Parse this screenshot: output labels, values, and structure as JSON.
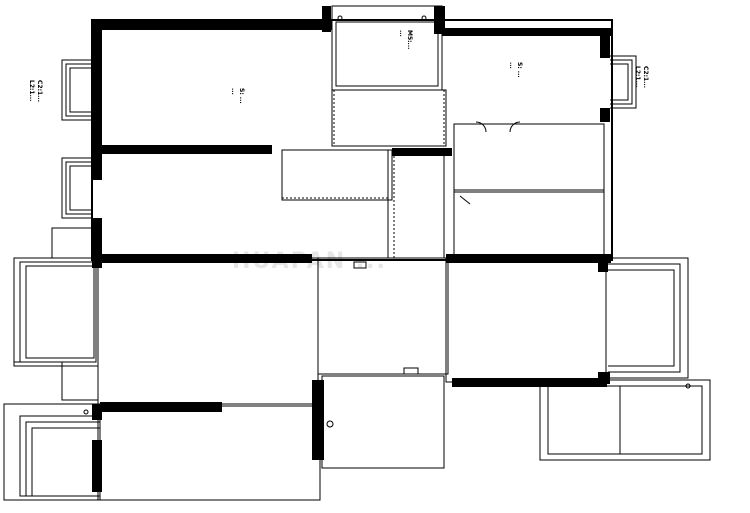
{
  "watermark": "HUAPAN ...",
  "labels": [
    {
      "id": "room-top-left",
      "lines": [
        "S: ...",
        "..."
      ]
    },
    {
      "id": "room-top-mid",
      "lines": [
        "M5:...",
        "..."
      ]
    },
    {
      "id": "room-top-right",
      "lines": [
        "S: ...",
        "..."
      ]
    },
    {
      "id": "win-left-1",
      "lines": [
        "C2:1...",
        "L2:1..."
      ]
    },
    {
      "id": "win-right-1",
      "lines": [
        "C2:1...",
        "L2:1..."
      ]
    }
  ]
}
